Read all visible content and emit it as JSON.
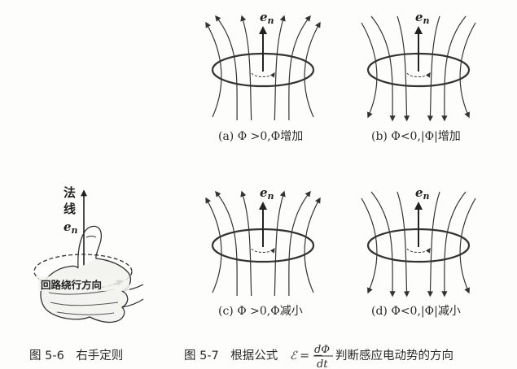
{
  "hand": {
    "normal_label_1": "法",
    "normal_label_2": "线",
    "en_symbol": "e",
    "en_sub": "n",
    "loop_label": "回路绕行方向"
  },
  "panels": [
    {
      "id": "a",
      "caption": "(a) Φ >0,Φ增加",
      "field_dir": "up"
    },
    {
      "id": "b",
      "caption": "(b) Φ<0,|Φ|增加",
      "field_dir": "down"
    },
    {
      "id": "c",
      "caption": "(c) Φ >0,Φ减小",
      "field_dir": "up"
    },
    {
      "id": "d",
      "caption": "(d) Φ<0,|Φ|减小",
      "field_dir": "down"
    }
  ],
  "captions": {
    "fig56": "图 5-6　右手定则",
    "fig57_prefix": "图 5-7　根据公式",
    "fig57_emf": "ℰ",
    "fig57_eq": "= −",
    "fig57_num": "dΦ",
    "fig57_den": "dt",
    "fig57_suffix": "判断感应电动势的方向"
  }
}
